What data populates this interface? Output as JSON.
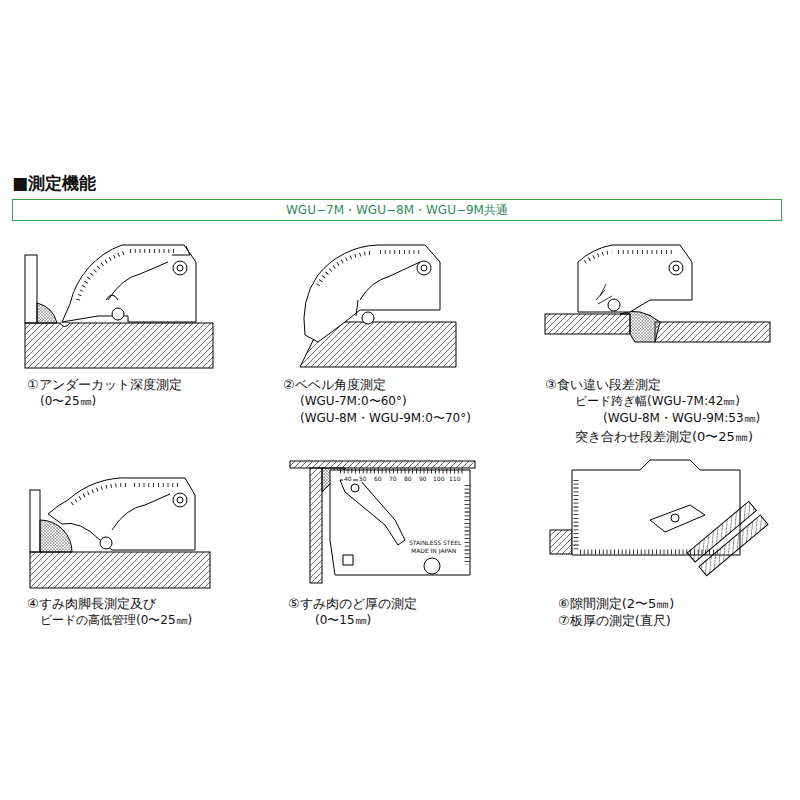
{
  "diagram": {
    "title": "■測定機能",
    "nodes": [
      {
        "text": [
          "WGU−7M・WGU−8M・WGU−9M共通"
        ]
      }
    ],
    "labels": [
      "①アンダーカット深度測定",
      "(0〜25㎜)",
      "②ベベル角度測定",
      "(WGU-7M:0〜60°)",
      "(WGU-8M・WGU-9M:0〜70°)",
      "③食い違い段差測定",
      "ビード跨ぎ幅(WGU-7M:42㎜)",
      "(WGU-8M・WGU-9M:53㎜)",
      "突き合わせ段差測定(0〜25㎜)",
      "④すみ肉脚長測定及び",
      "ビードの高低管理(0〜25㎜)",
      "⑤すみ肉のど厚の測定",
      "(0〜15㎜)",
      "⑥隙間測定(2〜5㎜)",
      "⑦板厚の測定(直尺)",
      "STAINLESS STEEL",
      "MADE IN JAPAN",
      "40",
      "50",
      "60",
      "70",
      "80",
      "90",
      "100",
      "110"
    ]
  }
}
